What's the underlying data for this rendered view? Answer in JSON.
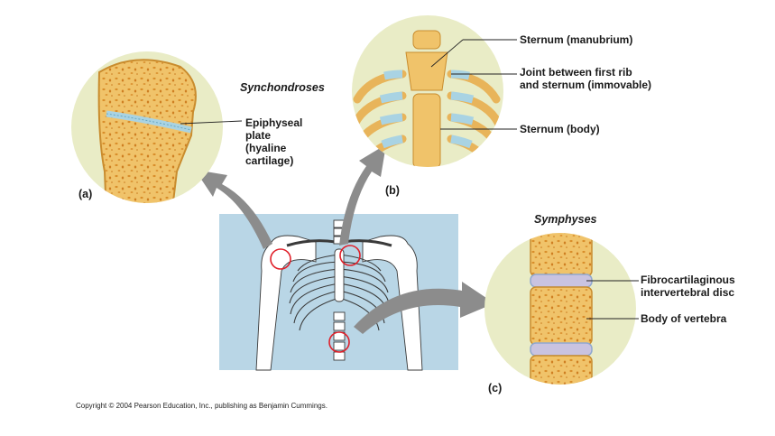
{
  "headings": {
    "synchondroses": "Synchondroses",
    "symphyses": "Symphyses"
  },
  "panels": {
    "a": "(a)",
    "b": "(b)",
    "c": "(c)"
  },
  "labels": {
    "epiphyseal_plate": [
      "Epiphyseal",
      "plate",
      "(hyaline",
      "cartilage)"
    ],
    "sternum_manubrium": "Sternum (manubrium)",
    "joint_first_rib": [
      "Joint between first rib",
      "and sternum (immovable)"
    ],
    "sternum_body": "Sternum (body)",
    "fibrocartilaginous_disc": [
      "Fibrocartilaginous",
      "intervertebral disc"
    ],
    "body_of_vertebra": "Body of vertebra"
  },
  "copyright": "Copyright © 2004 Pearson Education, Inc., publishing as Benjamin Cummings.",
  "colors": {
    "inset_bg": "#e9ecc6",
    "bone": "#f0c36a",
    "bone_edge": "#c98c2e",
    "cartilage": "#a9d3e3",
    "disc": "#c9c3e0",
    "torso_bg": "#b9d6e6",
    "arrow": "#8c8c8c",
    "marker": "#e0202a"
  }
}
